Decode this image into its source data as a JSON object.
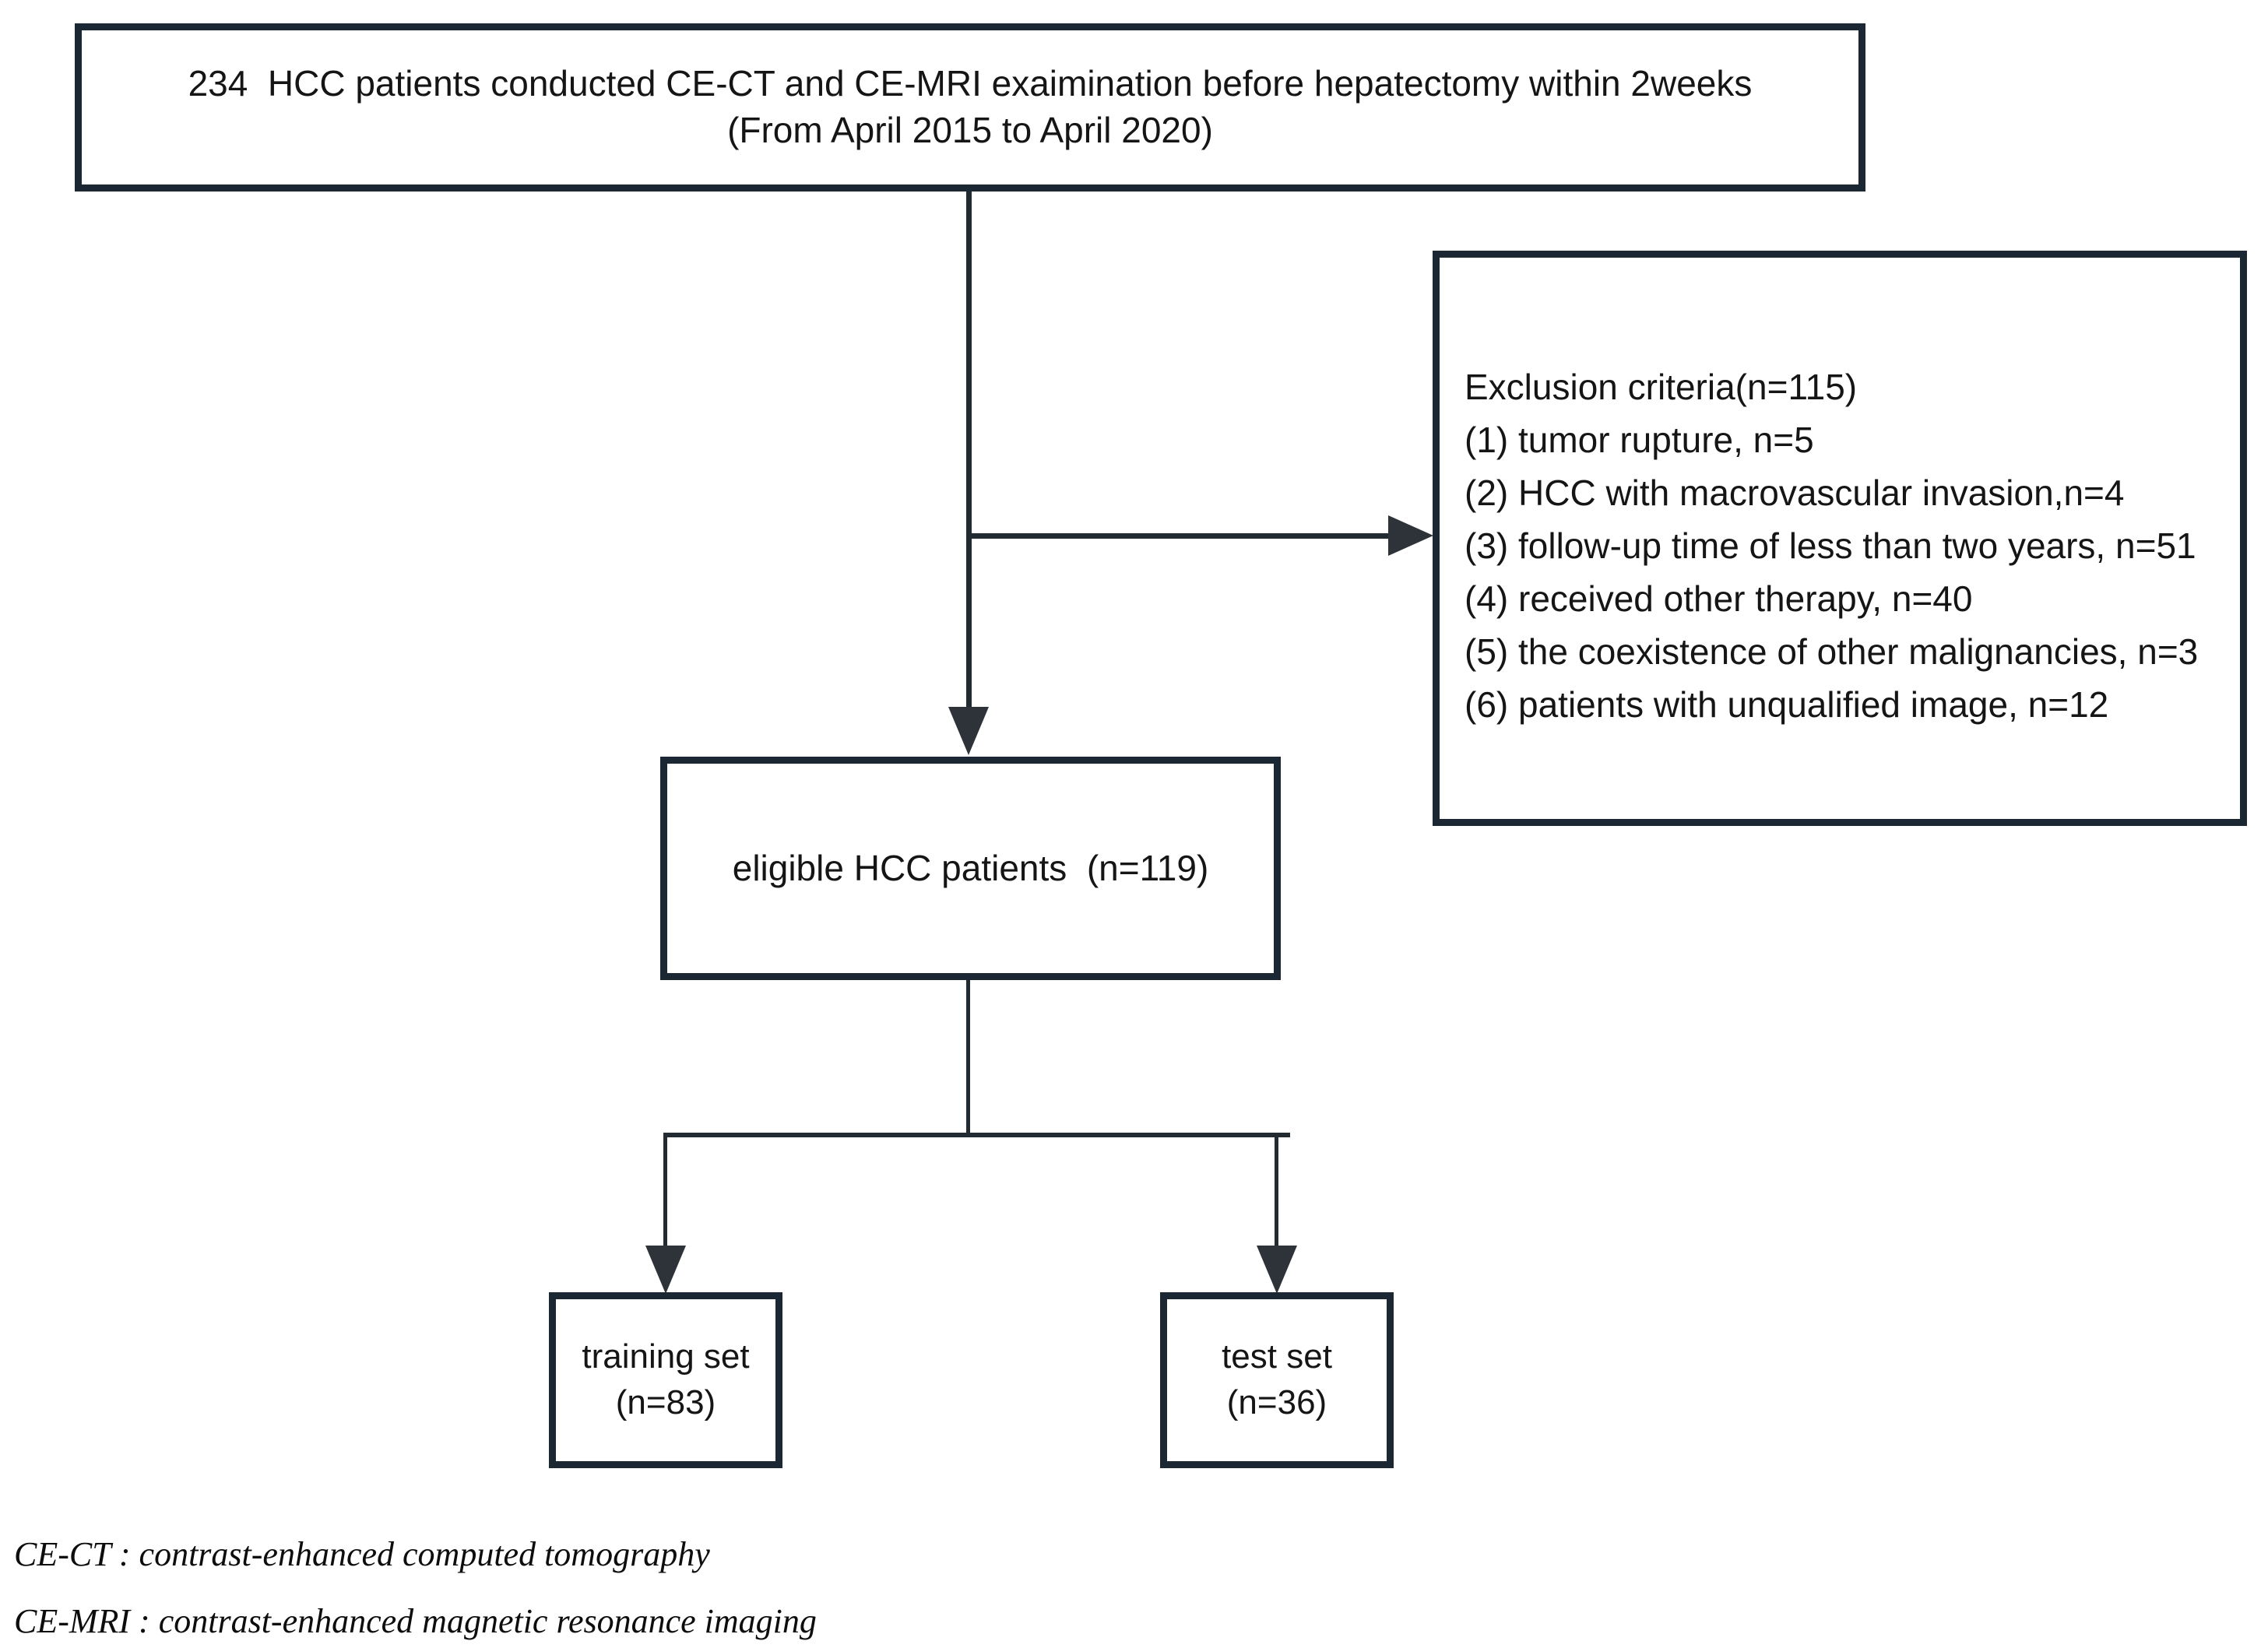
{
  "figure": {
    "type": "flowchart",
    "title": "HCC patient selection flow diagram"
  },
  "nodes": {
    "cohort": {
      "line1": "234  HCC patients conducted CE-CT and CE-MRI exaimination before hepatectomy within 2weeks",
      "line2": "(From April 2015 to April 2020)",
      "text": "234  HCC patients conducted CE-CT and CE-MRI exaimination before hepatectomy within 2weeks\n(From April 2015 to April 2020)",
      "count": 234
    },
    "exclusion": {
      "heading": "Exclusion criteria(n=115)",
      "total": 115,
      "items": [
        "(1) tumor rupture, n=5",
        "(2) HCC with macrovascular invasion,n=4",
        "(3) follow-up time of less than two years, n=51",
        "(4) received other therapy, n=40",
        "(5) the coexistence of other malignancies, n=3",
        "(6) patients with unqualified image, n=12"
      ],
      "item_counts": [
        5,
        4,
        51,
        40,
        3,
        12
      ]
    },
    "eligible": {
      "text": "eligible HCC patients  (n=119)",
      "count": 119
    },
    "training": {
      "line1": "training set",
      "line2": "(n=83)",
      "text": "training set\n(n=83)",
      "count": 83
    },
    "test": {
      "line1": "test set",
      "line2": "(n=36)",
      "text": "test set\n(n=36)",
      "count": 36
    }
  },
  "legend": {
    "lines": [
      "CE-CT : contrast-enhanced computed tomography",
      "CE-MRI : contrast-enhanced magnetic resonance imaging"
    ]
  },
  "colors": {
    "border": "#1b2733",
    "connector": "#222a32",
    "arrow": "#2d3338",
    "text": "#151515",
    "background": "#ffffff"
  }
}
